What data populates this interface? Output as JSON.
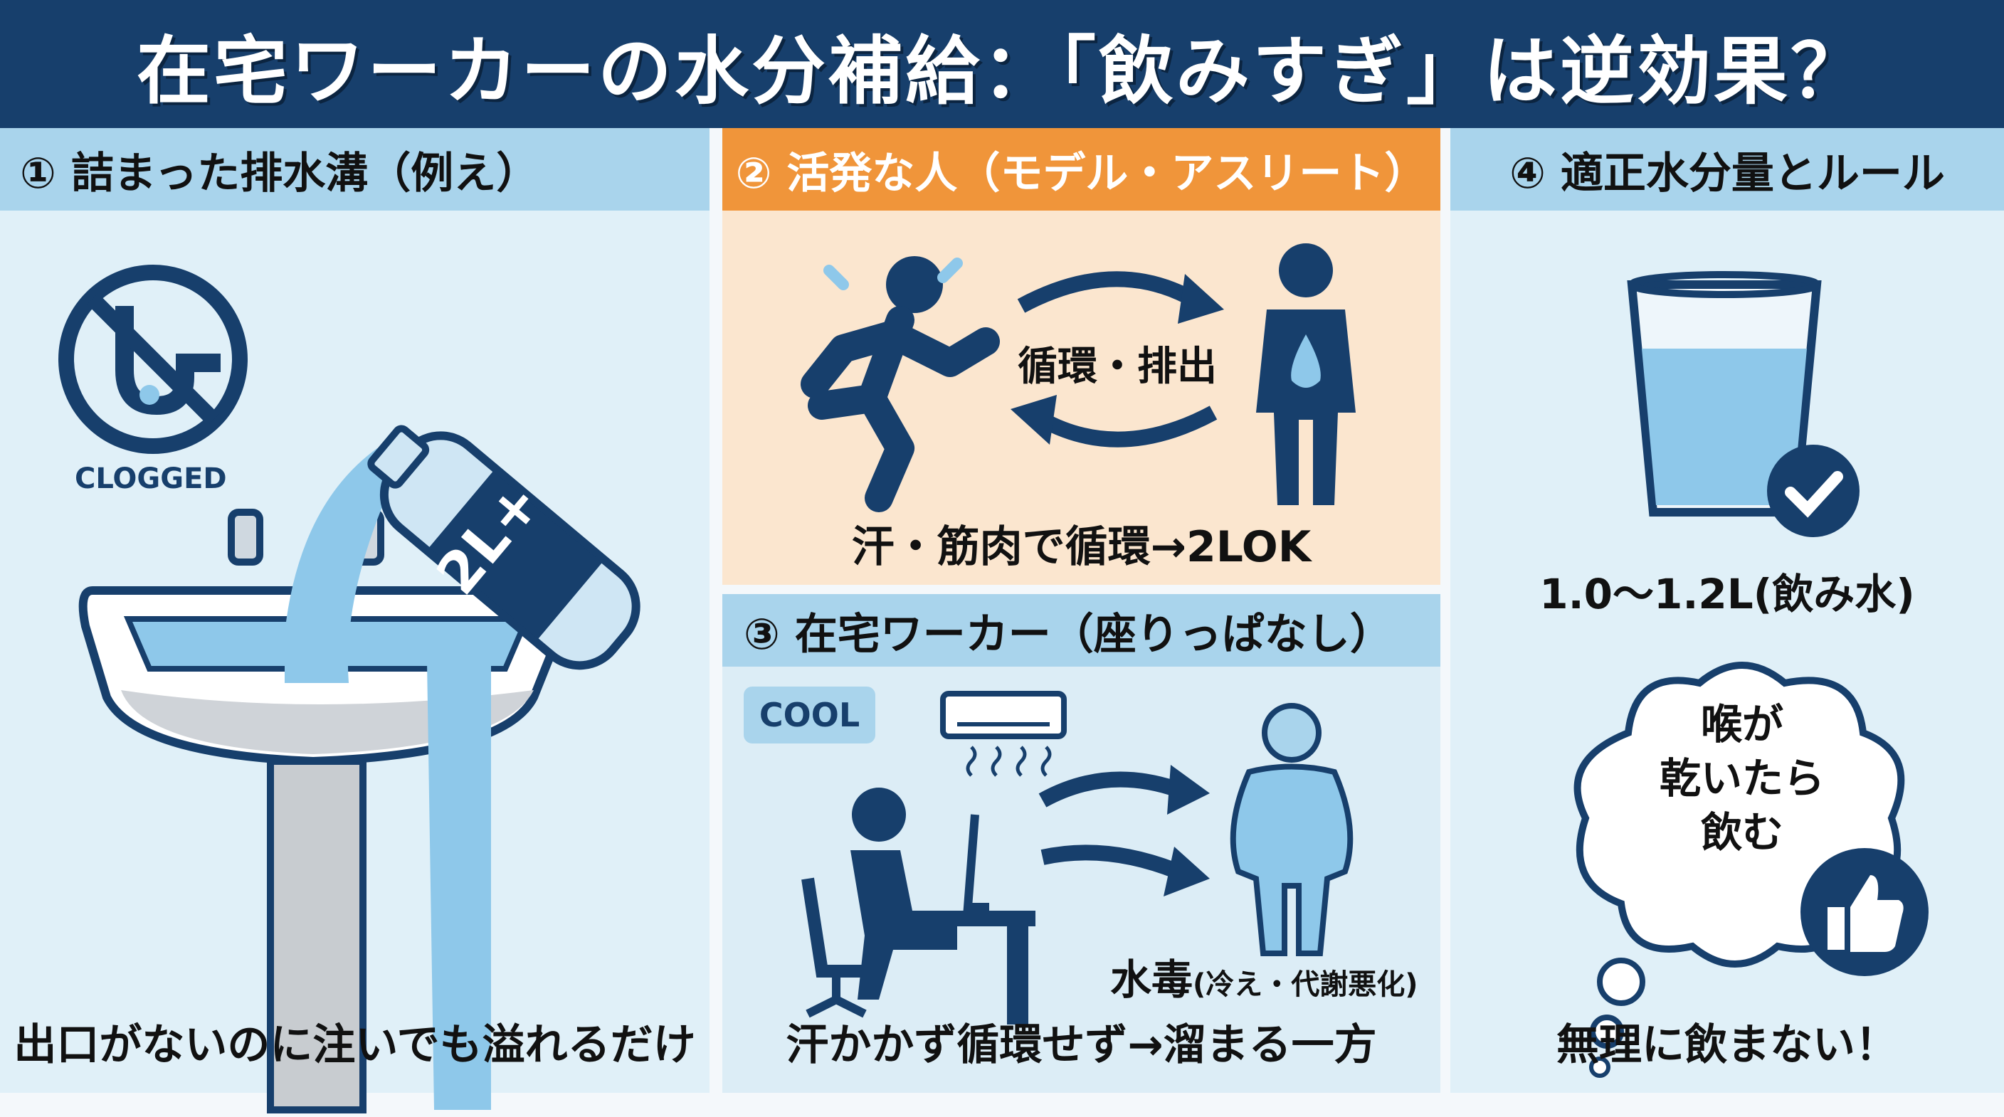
{
  "title": "在宅ワーカーの水分補給：「飲みすぎ」は逆効果？",
  "colors": {
    "navy": "#173f6c",
    "orange": "#f0953a",
    "light_blue": "#a9d4ec",
    "water": "#8ec8ea",
    "peach": "#fbe6cf"
  },
  "section1": {
    "header": "① 詰まった排水溝（例え）",
    "clogged_label": "CLOGGED",
    "bottle_label": "2L+",
    "caption": "出口がないのに注いでも溢れるだけ",
    "icons": [
      "no-drain-icon",
      "sink-icon",
      "water-bottle-icon"
    ]
  },
  "section2": {
    "header": "② 活発な人（モデル・アスリート）",
    "cycle_label": "循環・排出",
    "caption": "汗・筋肉で循環→2LOK",
    "icons": [
      "running-person-icon",
      "cycle-arrows-icon",
      "person-water-icon"
    ]
  },
  "section3": {
    "header": "③ 在宅ワーカー（座りっぱなし）",
    "cool_label": "COOL",
    "result_main": "水毒",
    "result_note": "(冷え・代謝悪化)",
    "caption": "汗かかず循環せず→溜まる一方",
    "icons": [
      "air-conditioner-icon",
      "desk-worker-icon",
      "arrows-icon",
      "bloated-person-icon"
    ]
  },
  "section4": {
    "header": "④ 適正水分量とルール",
    "amount": "1.0〜1.2L(飲み水)",
    "thought_lines": [
      "喉が",
      "乾いたら",
      "飲む"
    ],
    "caption": "無理に飲まない！",
    "icons": [
      "water-glass-icon",
      "check-icon",
      "thought-cloud-icon",
      "thumbs-up-icon"
    ]
  }
}
